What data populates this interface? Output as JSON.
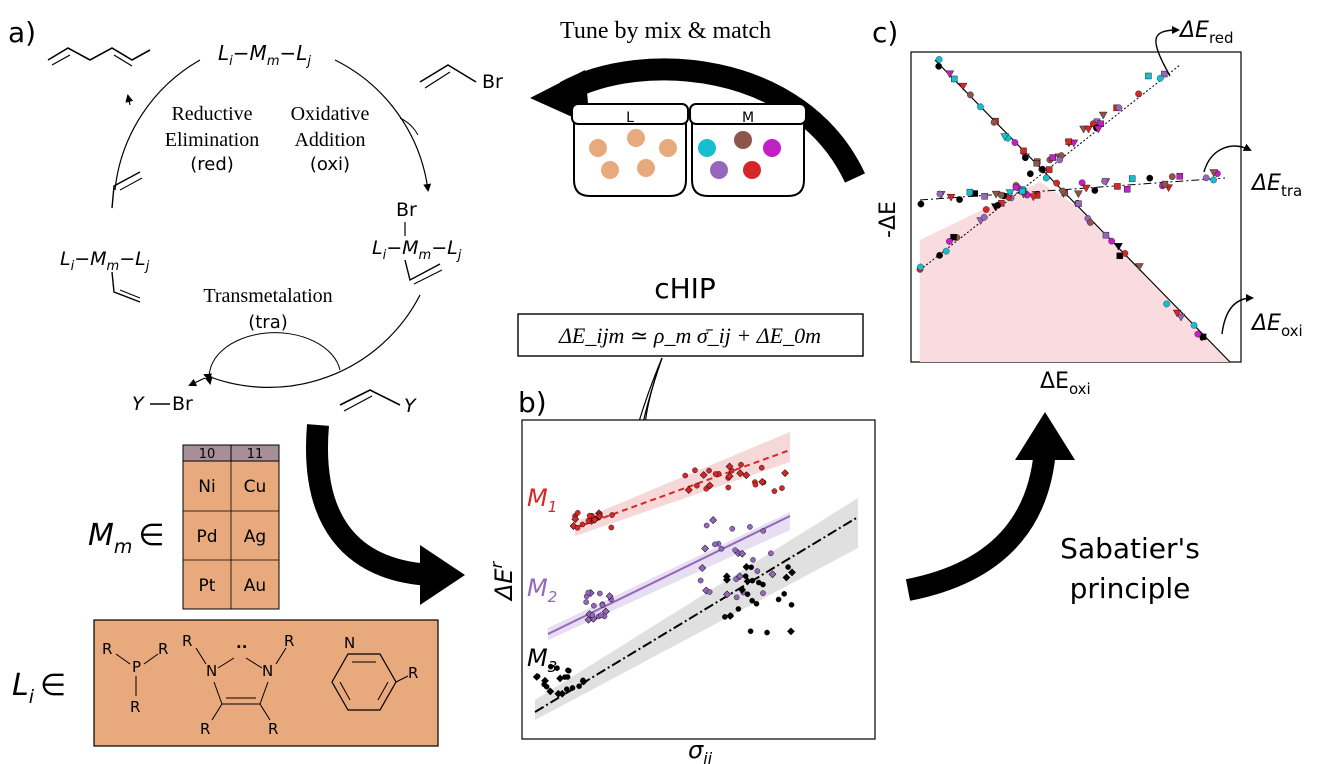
{
  "panels": {
    "a": "a)",
    "b": "b)",
    "c": "c)"
  },
  "cycle": {
    "top_complex": {
      "L1": "L",
      "s1": "i",
      "M": "M",
      "sM": "m",
      "L2": "L",
      "s2": "j"
    },
    "red": [
      "Reductive",
      "Elimination",
      "(red)"
    ],
    "oxi": [
      "Oxidative",
      "Addition",
      "(oxi)"
    ],
    "tra": [
      "Transmetalation",
      "(tra)"
    ],
    "br": "Br",
    "y_br": "Y",
    "br2": "Br",
    "y_right": "Y",
    "br_label": "Br"
  },
  "tune_label": "Tune by mix & match",
  "jars": {
    "left": "L",
    "right": "M"
  },
  "periodic": {
    "headers": [
      "10",
      "11"
    ],
    "rows": [
      [
        "Ni",
        "Cu"
      ],
      [
        "Pd",
        "Ag"
      ],
      [
        "Pt",
        "Au"
      ]
    ]
  },
  "mm_label": {
    "M": "M",
    "sub": "m",
    "in": "∈"
  },
  "li_label": {
    "L": "L",
    "sub": "i",
    "in": "∈"
  },
  "ligands": {
    "R": "R",
    "P": "P",
    "N": "N",
    "dots": "··"
  },
  "chip": {
    "title": "cHIP",
    "equation": "ΔE_ijm ≃ ρ_m σ̄_ij + ΔE_0m"
  },
  "sabatier": [
    "Sabatier's",
    "principle"
  ],
  "plot_b": {
    "xlabel": "σ",
    "xsub": "ij",
    "ylabel": "ΔE",
    "ysup": "r",
    "series_labels": [
      {
        "name": "M",
        "sub": "1",
        "color": "#d62728"
      },
      {
        "name": "M",
        "sub": "2",
        "color": "#9467bd"
      },
      {
        "name": "M",
        "sub": "3",
        "color": "#000000"
      }
    ]
  },
  "plot_c": {
    "xlabel": "ΔE",
    "xsub": "oxi",
    "ylabel": "-ΔE",
    "red": {
      "name": "ΔE",
      "sub": "red"
    },
    "tra": {
      "name": "ΔE",
      "sub": "tra"
    },
    "oxi": {
      "name": "ΔE",
      "sub": "oxi"
    }
  },
  "colors": {
    "orange": "#e8a97c",
    "orange_dark": "#d08a5a",
    "table_head": "#a68f96",
    "red": "#d62728",
    "purple": "#9467bd",
    "brown": "#8c564b",
    "cyan": "#17becf",
    "magenta": "#c41fc4",
    "pink_fill": "#fadbe0"
  }
}
